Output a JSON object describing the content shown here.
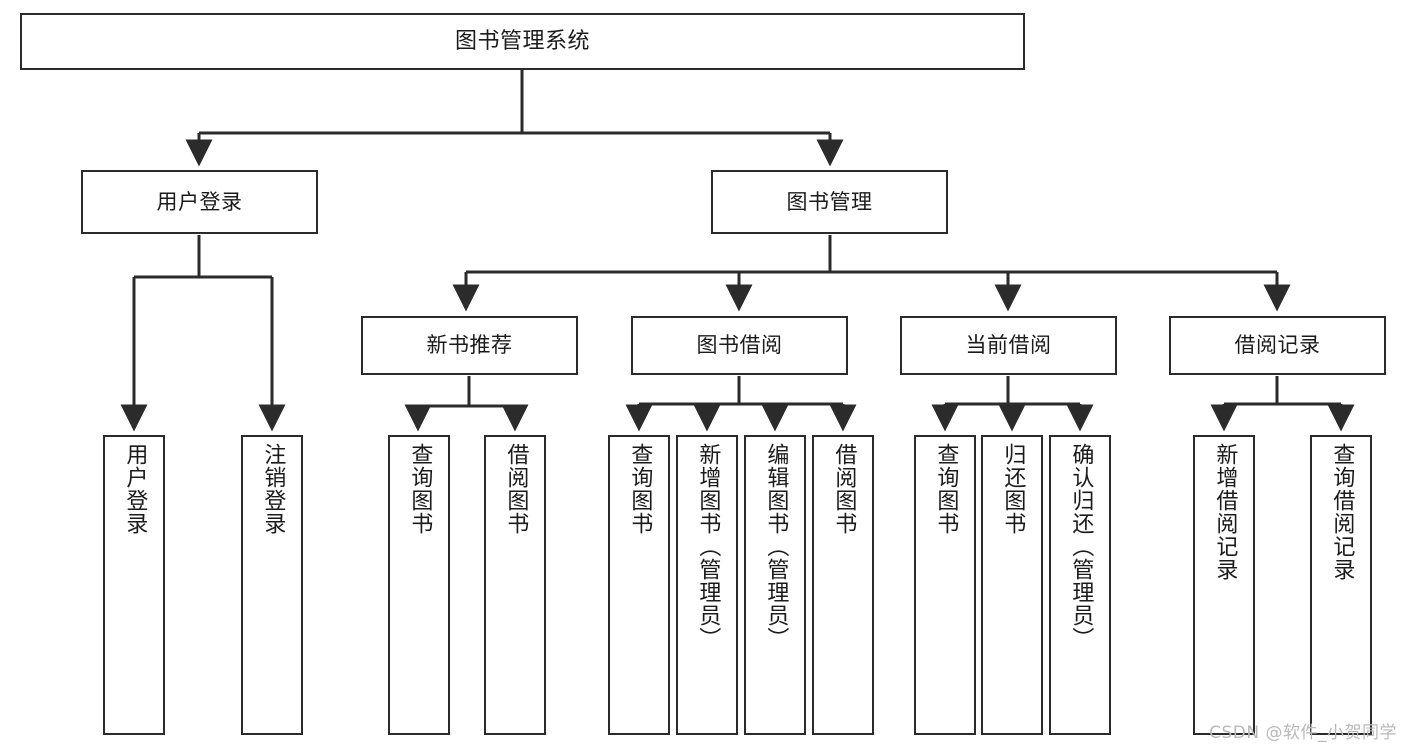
{
  "diagram": {
    "type": "tree-hierarchy",
    "title": "图书管理系统",
    "orientation": "top-down",
    "colors": {
      "box_border": "#2b2b2b",
      "box_fill": "#ffffff",
      "edge": "#2b2b2b",
      "text": "#1b1b1b",
      "watermark": "#b9b9b9"
    },
    "nodes": [
      {
        "id": "root",
        "label": "图书管理系统",
        "level": 0,
        "orientation": "horizontal"
      },
      {
        "id": "login",
        "label": "用户登录",
        "level": 1,
        "orientation": "horizontal",
        "parent": "root"
      },
      {
        "id": "book-manage",
        "label": "图书管理",
        "level": 1,
        "orientation": "horizontal",
        "parent": "root"
      },
      {
        "id": "login-user",
        "label": "用户登录",
        "level": 2,
        "orientation": "vertical",
        "parent": "login"
      },
      {
        "id": "login-logout",
        "label": "注销登录",
        "level": 2,
        "orientation": "vertical",
        "parent": "login"
      },
      {
        "id": "new-book",
        "label": "新书推荐",
        "level": 2,
        "orientation": "horizontal",
        "parent": "book-manage"
      },
      {
        "id": "borrow",
        "label": "图书借阅",
        "level": 2,
        "orientation": "horizontal",
        "parent": "book-manage"
      },
      {
        "id": "current",
        "label": "当前借阅",
        "level": 2,
        "orientation": "horizontal",
        "parent": "book-manage"
      },
      {
        "id": "records",
        "label": "借阅记录",
        "level": 2,
        "orientation": "horizontal",
        "parent": "book-manage"
      },
      {
        "id": "nb-query",
        "label": "查询图书",
        "level": 3,
        "orientation": "vertical",
        "parent": "new-book"
      },
      {
        "id": "nb-borrow",
        "label": "借阅图书",
        "level": 3,
        "orientation": "vertical",
        "parent": "new-book"
      },
      {
        "id": "bo-query",
        "label": "查询图书",
        "level": 3,
        "orientation": "vertical",
        "parent": "borrow"
      },
      {
        "id": "bo-add",
        "label": "新增图书（管理员）",
        "level": 3,
        "orientation": "vertical",
        "parent": "borrow"
      },
      {
        "id": "bo-edit",
        "label": "编辑图书（管理员）",
        "level": 3,
        "orientation": "vertical",
        "parent": "borrow"
      },
      {
        "id": "bo-borrow",
        "label": "借阅图书",
        "level": 3,
        "orientation": "vertical",
        "parent": "borrow"
      },
      {
        "id": "cu-query",
        "label": "查询图书",
        "level": 3,
        "orientation": "vertical",
        "parent": "current"
      },
      {
        "id": "cu-return",
        "label": "归还图书",
        "level": 3,
        "orientation": "vertical",
        "parent": "current"
      },
      {
        "id": "cu-confirm",
        "label": "确认归还（管理员）",
        "level": 3,
        "orientation": "vertical",
        "parent": "current"
      },
      {
        "id": "rc-add",
        "label": "新增借阅记录",
        "level": 3,
        "orientation": "vertical",
        "parent": "records"
      },
      {
        "id": "rc-query",
        "label": "查询借阅记录",
        "level": 3,
        "orientation": "vertical",
        "parent": "records"
      }
    ],
    "watermark": "CSDN @软件_小贺同学"
  }
}
